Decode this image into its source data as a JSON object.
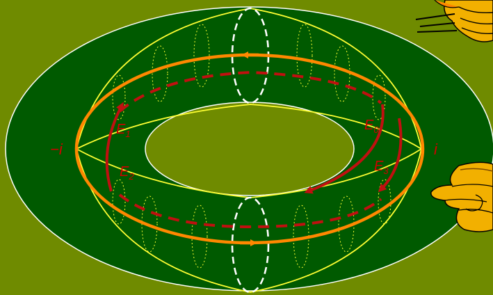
{
  "colors": {
    "background": "#6f8b00",
    "torus": "#005a00",
    "outline": "#ffffff",
    "yellow": "#ffff33",
    "orange": "#ff8800",
    "red": "#c01010",
    "hand": "#f2b000"
  },
  "labels": {
    "minus_i": "−i",
    "i": "i",
    "e0": "E",
    "e0_sub": "0",
    "e1": "E",
    "e1_sub": "1",
    "e2": "E",
    "e2_sub": "2",
    "e3": "E",
    "e3_sub": "3"
  },
  "icons": [
    "pointing-hand-icon",
    "hand-fingers-icon"
  ]
}
